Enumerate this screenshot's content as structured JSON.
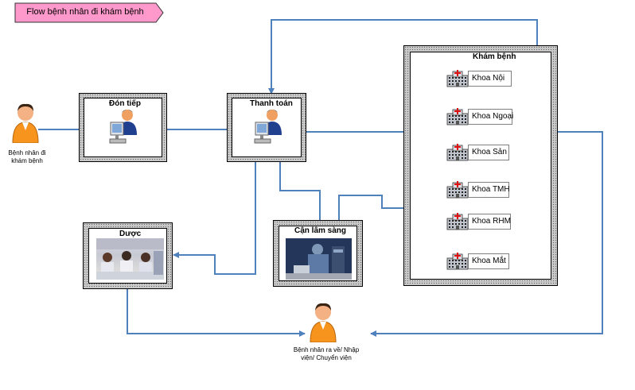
{
  "title": "Flow bệnh nhân đi khám bệnh",
  "patient_in_label": "Bệnh nhân đi khám bệnh",
  "patient_out_label": "Bệnh nhân ra về/ Nhập viện/ Chuyển viện",
  "boxes": {
    "reception": "Đón tiếp",
    "payment": "Thanh toán",
    "examination": "Khám bệnh",
    "pharmacy": "Dược",
    "paraclinical": "Cận lâm sàng"
  },
  "departments": [
    "Khoa Nội",
    "Khoa Ngoại",
    "Khoa Sản",
    "Khoa TMH",
    "Khoa RHM",
    "Khoa Mắt"
  ],
  "colors": {
    "arrow": "#4f81bd",
    "title_fill": "#ff99cc",
    "person_skin": "#f4b183",
    "person_robe": "#f7941d",
    "frame_pattern": "#c8c8c8"
  },
  "icons": [
    "person-icon",
    "computer-user-icon",
    "hospital-building-icon"
  ]
}
